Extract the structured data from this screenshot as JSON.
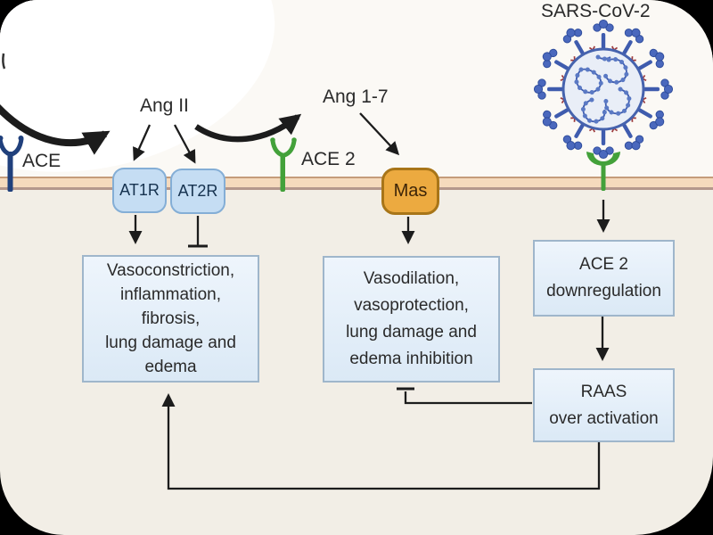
{
  "diagram": {
    "virus_label": "SARS-CoV-2",
    "molecules": {
      "ang_ii": "Ang II",
      "ang_1_7": "Ang 1-7"
    },
    "enzymes": {
      "ace": "ACE",
      "ace2": "ACE 2"
    },
    "receptors": {
      "at1r": "AT1R",
      "at2r": "AT2R",
      "mas": "Mas"
    },
    "outcome_boxes": {
      "at1r_effects": "Vasoconstriction,\ninflammation,\nfibrosis,\nlung damage and\nedema",
      "mas_effects": "Vasodilation,\nvasoprotection,\nlung damage and\nedema inhibition",
      "ace2_downregulation": "ACE 2\ndownregulation",
      "raas_overactivation": "RAAS\nover activation"
    },
    "colors": {
      "frame_bg": "#000000",
      "extracellular_bg": "#fbf9f5",
      "cytoplasm_bg": "#f2eee6",
      "membrane_fill": "#f5dabd",
      "membrane_edge_top": "#c59c7a",
      "membrane_edge_bottom": "#b4978c",
      "effect_box_fill_top": "#eef5fc",
      "effect_box_fill_bottom": "#dbe9f6",
      "effect_box_border": "#9fb6cb",
      "receptor_box_fill": "#c5ddf3",
      "receptor_box_border": "#84aed6",
      "mas_fill": "#ecaa40",
      "mas_border": "#a87518",
      "ace_receptor": "#20407c",
      "ace2_receptor": "#43a13a",
      "virus_blue": "#3f5cae",
      "virus_ring": "#4663ae",
      "virus_body": "#e9eef7",
      "virus_red": "#9c3a3c",
      "arrow_color": "#1c1c1c",
      "text_color": "#2a2a2a"
    }
  }
}
